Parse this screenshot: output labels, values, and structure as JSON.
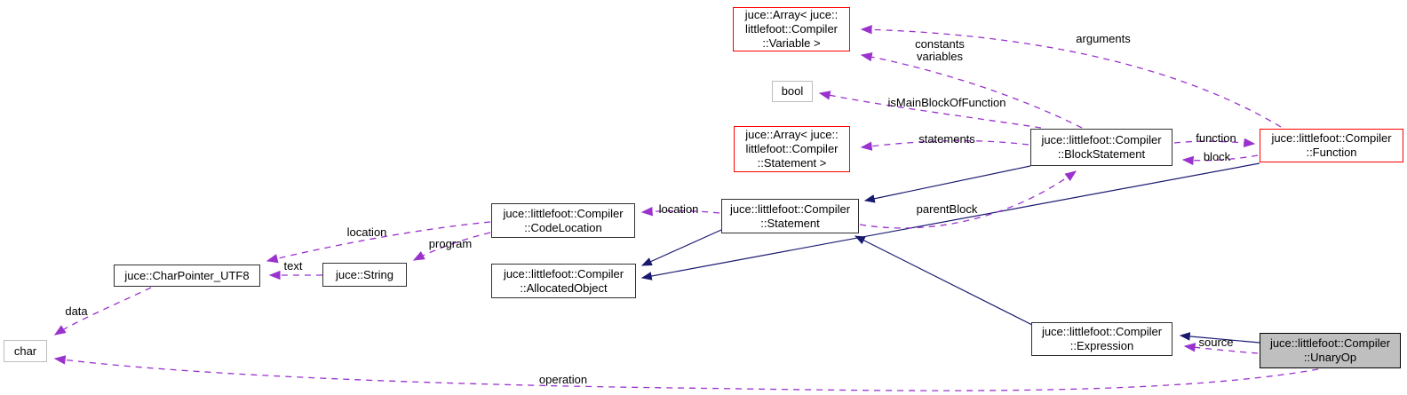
{
  "diagram_type": "doxygen-collaboration-graph",
  "colors": {
    "background": "#ffffff",
    "solid_inheritance_edge": "#191970",
    "dashed_usage_edge": "#9a32cd",
    "node_border": "#303030",
    "node_border_undocumented": "#ff0000",
    "node_border_external": "#bdbdbd",
    "node_fill": "#ffffff",
    "current_node_fill": "#bfbfbf",
    "text": "#000000"
  },
  "nodes": {
    "array_variable": {
      "label": "juce::Array< juce::\nlittlefoot::Compiler\n::Variable >"
    },
    "bool": {
      "label": "bool"
    },
    "array_statement": {
      "label": "juce::Array< juce::\nlittlefoot::Compiler\n::Statement >"
    },
    "block_statement": {
      "label": "juce::littlefoot::Compiler\n::BlockStatement"
    },
    "function": {
      "label": "juce::littlefoot::Compiler\n::Function"
    },
    "code_location": {
      "label": "juce::littlefoot::Compiler\n::CodeLocation"
    },
    "statement": {
      "label": "juce::littlefoot::Compiler\n::Statement"
    },
    "allocated_object": {
      "label": "juce::littlefoot::Compiler\n::AllocatedObject"
    },
    "char_pointer_utf8": {
      "label": "juce::CharPointer_UTF8"
    },
    "string": {
      "label": "juce::String"
    },
    "char": {
      "label": "char"
    },
    "expression": {
      "label": "juce::littlefoot::Compiler\n::Expression"
    },
    "unary_op": {
      "label": "juce::littlefoot::Compiler\n::UnaryOp"
    }
  },
  "edge_labels": {
    "arguments": "arguments",
    "constants_variables": "constants\nvariables",
    "is_main_block_of_function": "isMainBlockOfFunction",
    "statements": "statements",
    "function": "function",
    "block": "block",
    "parent_block": "parentBlock",
    "location_statement": "location",
    "location_code_location": "location",
    "program": "program",
    "text": "text",
    "data": "data",
    "source": "source",
    "operation": "operation"
  },
  "edges": [
    {
      "from": "block_statement",
      "to": "statement",
      "type": "inheritance"
    },
    {
      "from": "expression",
      "to": "statement",
      "type": "inheritance"
    },
    {
      "from": "statement",
      "to": "allocated_object",
      "type": "inheritance"
    },
    {
      "from": "function",
      "to": "allocated_object",
      "type": "inheritance"
    },
    {
      "from": "unary_op",
      "to": "expression",
      "type": "inheritance"
    },
    {
      "from": "function",
      "to": "array_variable",
      "type": "usage",
      "label": "arguments"
    },
    {
      "from": "block_statement",
      "to": "array_variable",
      "type": "usage",
      "label": "constants\nvariables"
    },
    {
      "from": "block_statement",
      "to": "bool",
      "type": "usage",
      "label": "isMainBlockOfFunction"
    },
    {
      "from": "block_statement",
      "to": "array_statement",
      "type": "usage",
      "label": "statements"
    },
    {
      "from": "block_statement",
      "to": "function",
      "type": "usage",
      "label": "function"
    },
    {
      "from": "function",
      "to": "block_statement",
      "type": "usage",
      "label": "block"
    },
    {
      "from": "statement",
      "to": "block_statement",
      "type": "usage",
      "label": "parentBlock"
    },
    {
      "from": "statement",
      "to": "code_location",
      "type": "usage",
      "label": "location"
    },
    {
      "from": "code_location",
      "to": "char_pointer_utf8",
      "type": "usage",
      "label": "location"
    },
    {
      "from": "code_location",
      "to": "string",
      "type": "usage",
      "label": "program"
    },
    {
      "from": "string",
      "to": "char_pointer_utf8",
      "type": "usage",
      "label": "text"
    },
    {
      "from": "char_pointer_utf8",
      "to": "char",
      "type": "usage",
      "label": "data"
    },
    {
      "from": "unary_op",
      "to": "expression",
      "type": "usage",
      "label": "source"
    },
    {
      "from": "unary_op",
      "to": "char",
      "type": "usage",
      "label": "operation"
    }
  ]
}
